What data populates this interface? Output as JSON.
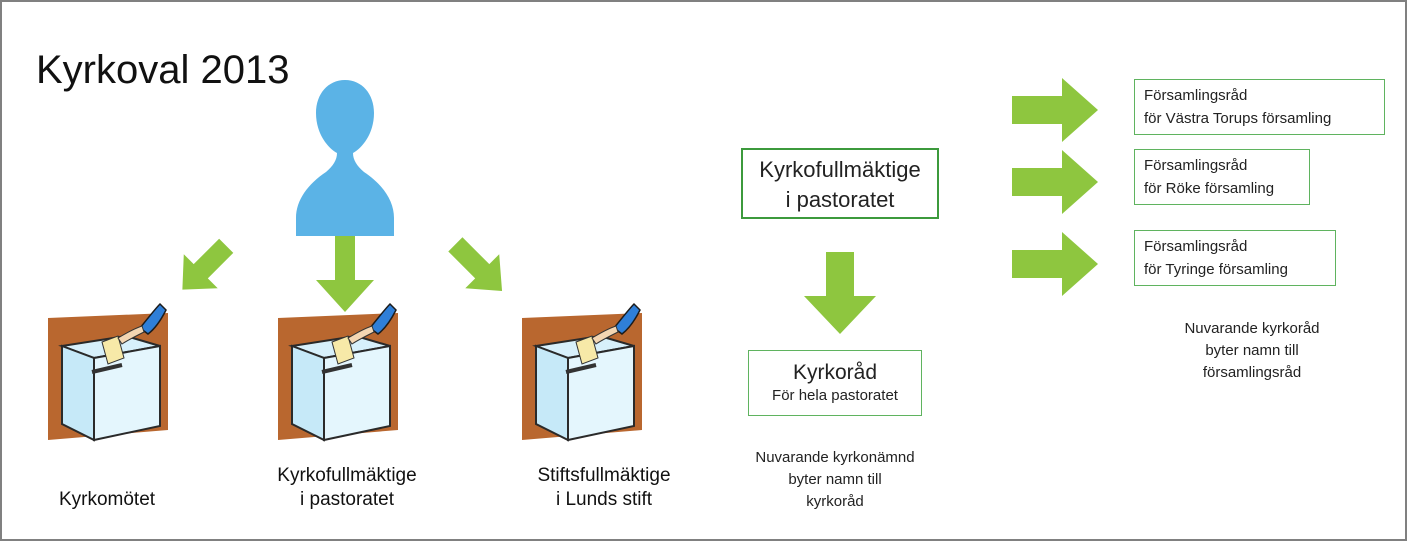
{
  "title": "Kyrkoval 2013",
  "colors": {
    "arrow": "#8ec63f",
    "person": "#5bb3e6",
    "box_border": "#3c9a3c"
  },
  "ballots": [
    {
      "label_lines": [
        "Kyrkomötet"
      ]
    },
    {
      "label_lines": [
        "Kyrkofullmäktige",
        "i pastoratet"
      ]
    },
    {
      "label_lines": [
        "Stiftsfullmäktige",
        "i Lunds stift"
      ]
    }
  ],
  "council_box": {
    "lines": [
      "Kyrkofullmäktige",
      "i pastoratet"
    ]
  },
  "kyrkorad_box": {
    "title": "Kyrkoråd",
    "subtitle": "För hela pastoratet"
  },
  "kyrkorad_note": {
    "lines": [
      "Nuvarande kyrkonämnd",
      "byter namn till",
      "kyrkoråd"
    ]
  },
  "parish_boxes": [
    {
      "lines": [
        "Församlingsråd",
        "för Västra Torups församling"
      ]
    },
    {
      "lines": [
        "Församlingsråd",
        "för Röke församling"
      ]
    },
    {
      "lines": [
        "Församlingsråd",
        "för Tyringe församling"
      ]
    }
  ],
  "parish_note": {
    "lines": [
      "Nuvarande kyrkoråd",
      "byter namn till",
      "församlingsråd"
    ]
  },
  "icons": [
    "voter-person-icon",
    "ballot-box-icon",
    "arrow-icon"
  ]
}
